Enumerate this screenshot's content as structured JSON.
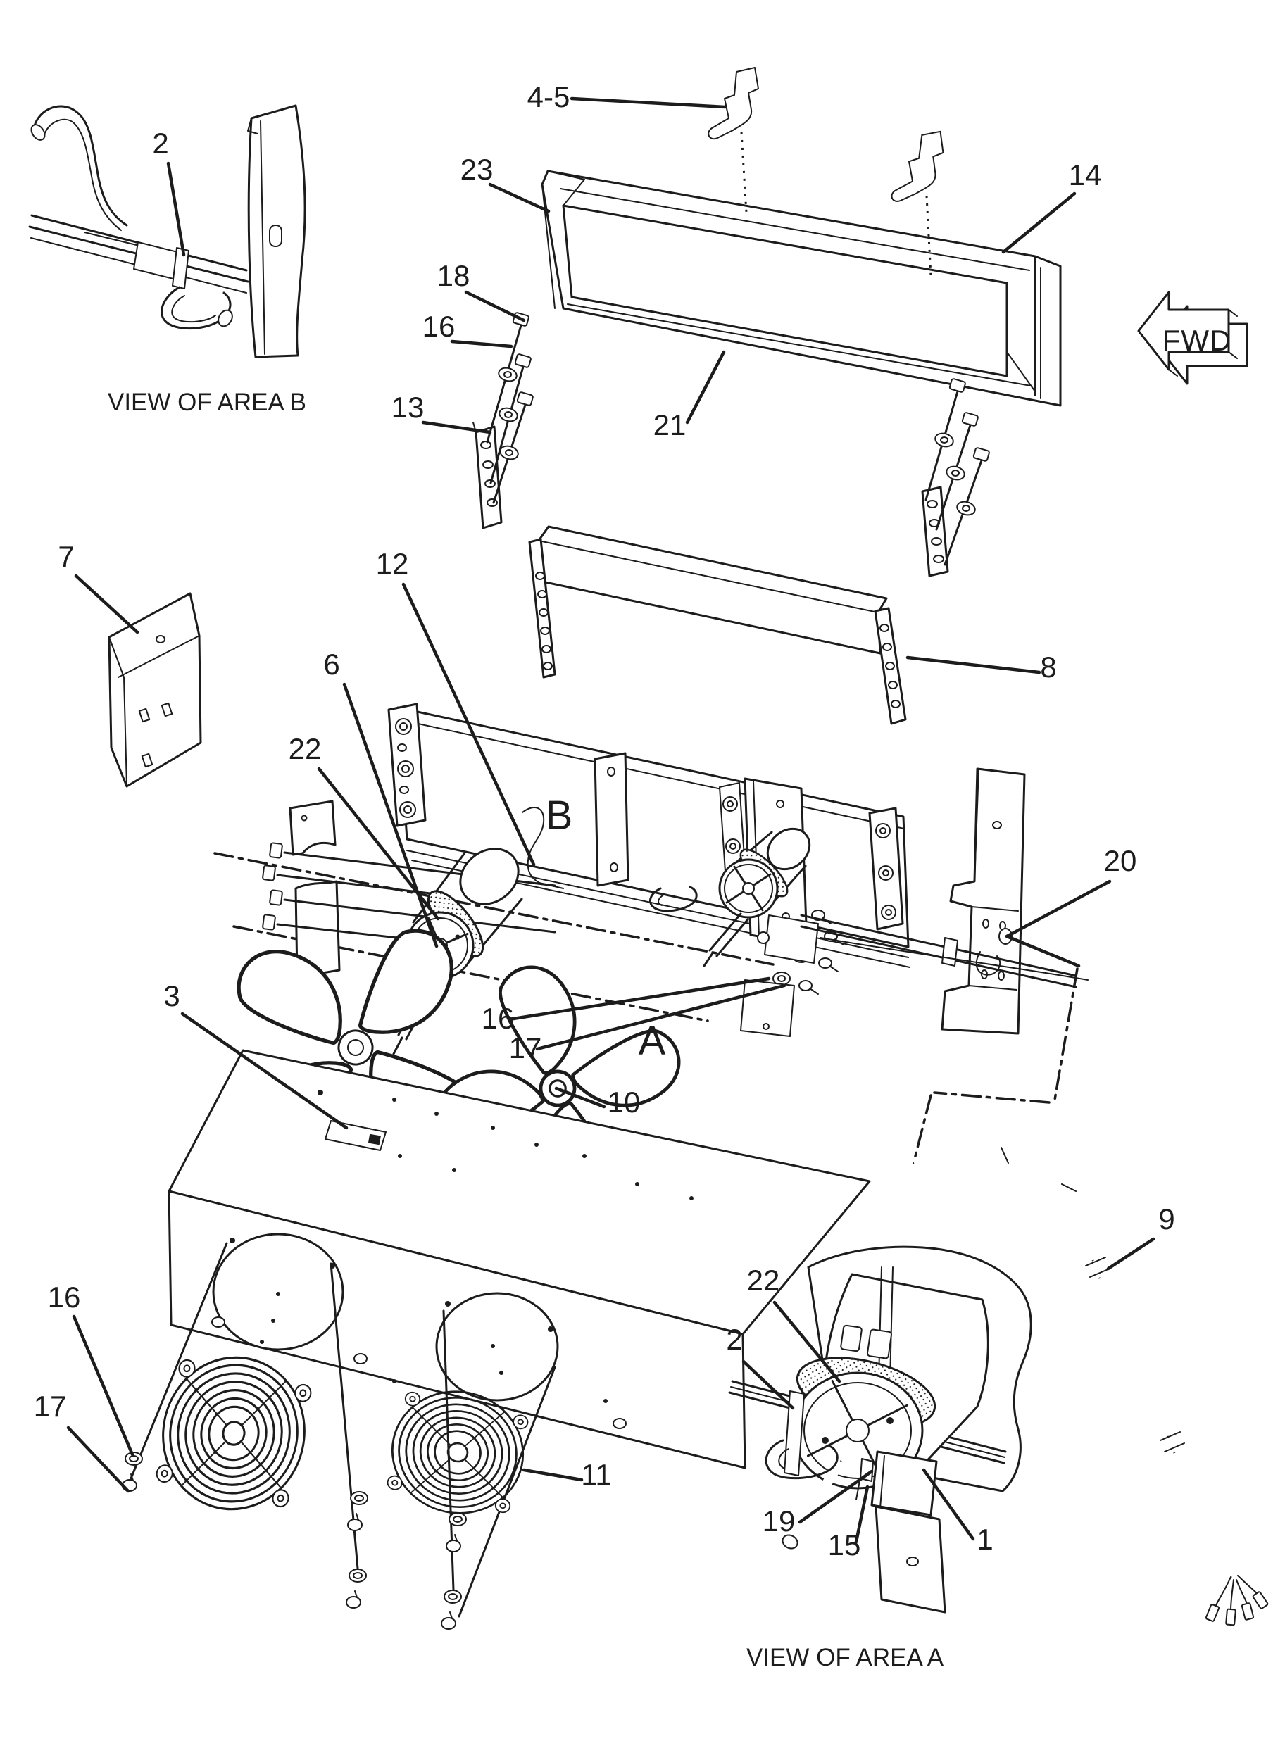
{
  "page": {
    "background": "#ffffff",
    "line_color": "#1c1c1c"
  },
  "captions": {
    "view_area_b": "VIEW OF AREA B",
    "view_area_a": "VIEW OF AREA A"
  },
  "direction_arrow": {
    "label": "FWD"
  },
  "view_letters": {
    "area_b": "B",
    "area_a": "A"
  },
  "callouts": {
    "label_2_inset_b": "2",
    "label_4_5": "4-5",
    "label_23": "23",
    "label_14": "14",
    "label_21": "21",
    "label_18": "18",
    "label_16_upper": "16",
    "label_13": "13",
    "label_7": "7",
    "label_12": "12",
    "label_6": "6",
    "label_22": "22",
    "label_8": "8",
    "label_20": "20",
    "label_16_mid": "16",
    "label_17_mid": "17",
    "label_3": "3",
    "label_10": "10",
    "label_16_bottom": "16",
    "label_17_bottom": "17",
    "label_11": "11",
    "label_9": "9",
    "label_22_area_a": "22",
    "label_2_area_a": "2",
    "label_19": "19",
    "label_15": "15",
    "label_1": "1"
  }
}
